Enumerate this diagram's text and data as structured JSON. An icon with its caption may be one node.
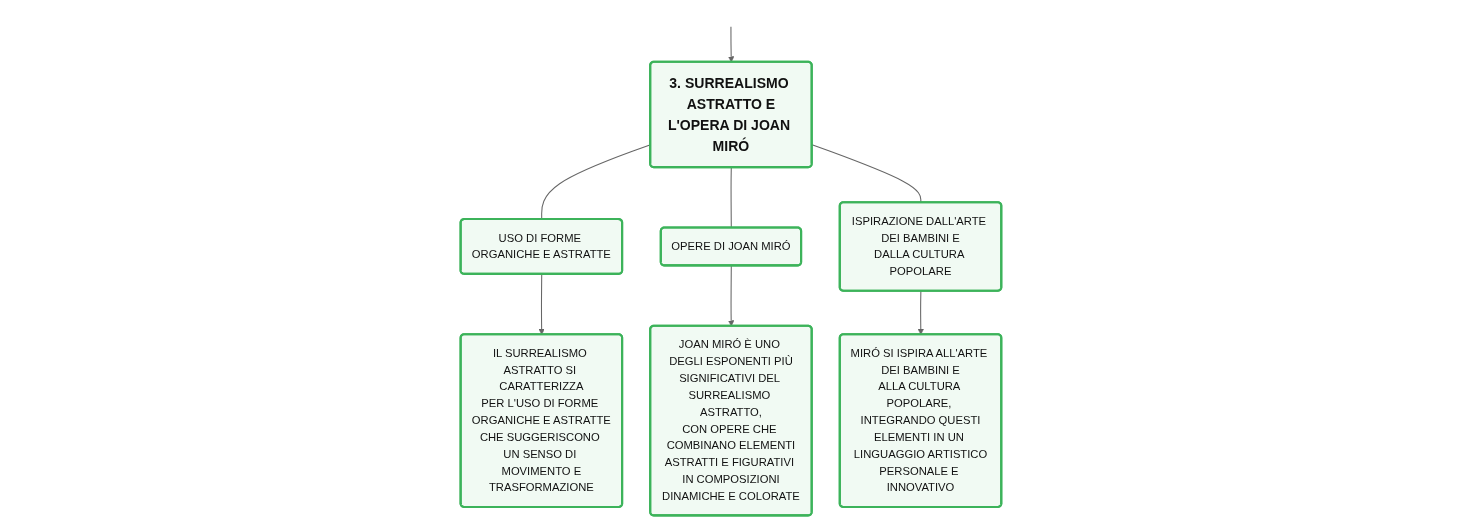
{
  "diagram": {
    "nodes": [
      {
        "text": [
          "3. SURREALISMO ASTRATTO E L'OPERA DI JOAN MIRÓ"
        ]
      },
      {
        "text": [
          "USO DI FORME ORGANICHE E ASTRATTE"
        ]
      },
      {
        "text": [
          "OPERE DI JOAN MIRÓ"
        ]
      },
      {
        "text": [
          "ISPIRAZIONE DALL'ARTE DEI BAMBINI E DALLA CULTURA POPOLARE"
        ]
      },
      {
        "text": [
          "IL SURREALISMO ASTRATTO SI CARATTERIZZA PER L'USO DI FORME ORGANICHE E ASTRATTE CHE SUGGERISCONO UN SENSO DI MOVIMENTO E TRASFORMAZIONE"
        ]
      },
      {
        "text": [
          "JOAN MIRÓ È UNO DEGLI ESPONENTI PIÙ SIGNIFICATIVI DEL SURREALISMO ASTRATTO, CON OPERE CHE COMBINANO ELEMENTI ASTRATTI E FIGURATIVI IN COMPOSIZIONI DINAMICHE E COLORATE"
        ]
      },
      {
        "text": [
          "MIRÓ SI ISPIRA ALL'ARTE DEI BAMBINI E ALLA CULTURA POPOLARE, INTEGRANDO QUESTI ELEMENTI IN UN LINGUAGGIO ARTISTICO PERSONALE E INNOVATIVO"
        ]
      }
    ],
    "edges": [
      {
        "from": null,
        "to": 0,
        "arrow": "to"
      },
      {
        "from": 0,
        "to": 1,
        "arrow": "none"
      },
      {
        "from": 0,
        "to": 2,
        "arrow": "none"
      },
      {
        "from": 0,
        "to": 3,
        "arrow": "none"
      },
      {
        "from": 1,
        "to": 4,
        "arrow": "to"
      },
      {
        "from": 2,
        "to": 5,
        "arrow": "to"
      },
      {
        "from": 3,
        "to": 6,
        "arrow": "to"
      }
    ]
  }
}
